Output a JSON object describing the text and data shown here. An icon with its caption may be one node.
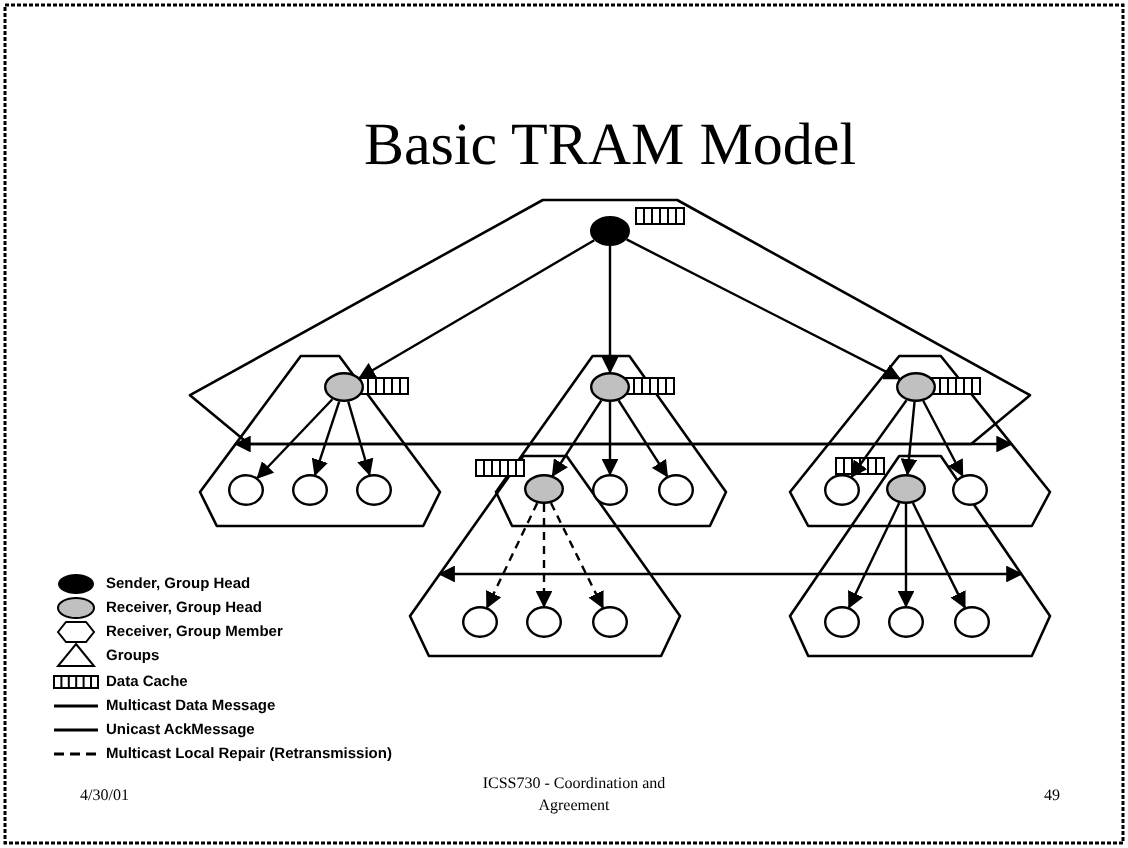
{
  "diagram": {
    "title": "Basic TRAM Model",
    "nodes": [
      {
        "text": [],
        "shape": "triangle"
      },
      {
        "text": [],
        "shape": "circle",
        "in": 0
      },
      {
        "text": [],
        "shape": "triangle"
      },
      {
        "text": [],
        "shape": "triangle"
      },
      {
        "text": [],
        "shape": "triangle"
      },
      {
        "text": [],
        "shape": "circle"
      },
      {
        "text": [],
        "shape": "circle"
      },
      {
        "text": [],
        "shape": "circle"
      },
      {
        "text": [],
        "shape": "circle",
        "in": 2
      },
      {
        "text": [],
        "shape": "circle",
        "in": 2
      },
      {
        "text": [],
        "shape": "circle",
        "in": 2
      },
      {
        "text": [],
        "shape": "circle"
      },
      {
        "text": [],
        "shape": "circle",
        "in": 3
      },
      {
        "text": [],
        "shape": "circle",
        "in": 3
      },
      {
        "text": [],
        "shape": "circle",
        "in": 4
      },
      {
        "text": [],
        "shape": "circle"
      },
      {
        "text": [],
        "shape": "circle",
        "in": 4
      },
      {
        "text": [],
        "shape": "triangle"
      },
      {
        "text": [],
        "shape": "triangle"
      },
      {
        "text": [],
        "shape": "circle",
        "in": 17
      },
      {
        "text": [],
        "shape": "circle",
        "in": 17
      },
      {
        "text": [],
        "shape": "circle",
        "in": 17
      },
      {
        "text": [],
        "shape": "circle",
        "in": 18
      },
      {
        "text": [],
        "shape": "circle",
        "in": 18
      },
      {
        "text": [],
        "shape": "circle",
        "in": 18
      }
    ],
    "edges": [
      {
        "from": 1,
        "to": 5,
        "arrow": "to"
      },
      {
        "from": 1,
        "to": 6,
        "arrow": "to"
      },
      {
        "from": 1,
        "to": 7,
        "arrow": "to"
      },
      {
        "from": 5,
        "to": 8,
        "arrow": "to"
      },
      {
        "from": 5,
        "to": 9,
        "arrow": "to"
      },
      {
        "from": 5,
        "to": 10,
        "arrow": "to"
      },
      {
        "from": 6,
        "to": 11,
        "arrow": "to"
      },
      {
        "from": 6,
        "to": 12,
        "arrow": "to"
      },
      {
        "from": 6,
        "to": 13,
        "arrow": "to"
      },
      {
        "from": 7,
        "to": 14,
        "arrow": "to"
      },
      {
        "from": 7,
        "to": 15,
        "arrow": "to"
      },
      {
        "from": 7,
        "to": 16,
        "arrow": "to"
      },
      {
        "from": 11,
        "to": 19,
        "arrow": "to",
        "style": "dashed"
      },
      {
        "from": 11,
        "to": 20,
        "arrow": "to",
        "style": "dashed"
      },
      {
        "from": 11,
        "to": 21,
        "arrow": "to",
        "style": "dashed"
      },
      {
        "from": 15,
        "to": 22,
        "arrow": "to"
      },
      {
        "from": 15,
        "to": 23,
        "arrow": "to"
      },
      {
        "from": 15,
        "to": 24,
        "arrow": "to"
      },
      {
        "from": 2,
        "to": 4,
        "arrow": "both"
      },
      {
        "from": 17,
        "to": 18,
        "arrow": "both"
      }
    ],
    "labels": [
      "4/30/01",
      "ICSS730 - Coordination and Agreement",
      "49"
    ],
    "legend": [
      {
        "text": "Sender, Group Head"
      },
      {
        "text": "Receiver, Group Head"
      },
      {
        "text": "Receiver, Group Member"
      },
      {
        "text": "Groups"
      },
      {
        "text": "Data Cache"
      },
      {
        "text": "Multicast Data Message"
      },
      {
        "text": "Unicast AckMessage"
      },
      {
        "text": "Multicast Local Repair (Retransmission)"
      }
    ]
  }
}
